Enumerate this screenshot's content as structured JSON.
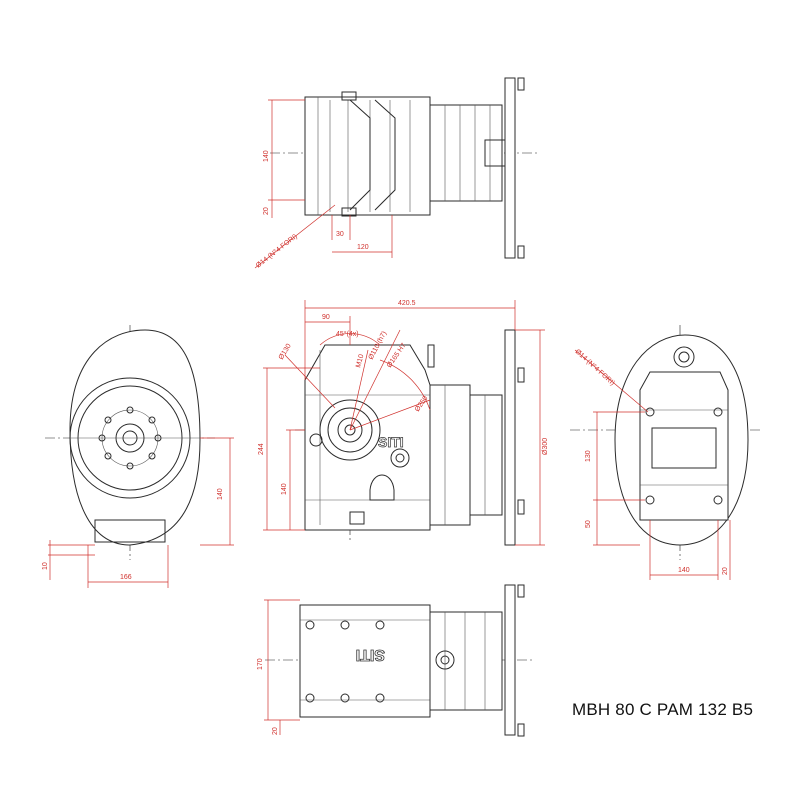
{
  "title": "MBH 80 C PAM 132 B5",
  "brand": "SITI",
  "top_view": {
    "dims": [
      "140",
      "20",
      "30",
      "120",
      "Ø14 (N°4 FORI)"
    ]
  },
  "front_view": {
    "dims": [
      "420.5",
      "90",
      "45°(4x)",
      "Ø130",
      "M10",
      "Ø110 (h7)",
      "Ø165 H7",
      "Ø250",
      "Ø300",
      "244",
      "140"
    ]
  },
  "left_view": {
    "dims": [
      "140",
      "10",
      "166"
    ]
  },
  "right_view": {
    "dims": [
      "Ø14 (N°4 FORI)",
      "130",
      "50",
      "140",
      "20"
    ]
  },
  "bottom_view": {
    "dims": [
      "170",
      "20"
    ]
  }
}
